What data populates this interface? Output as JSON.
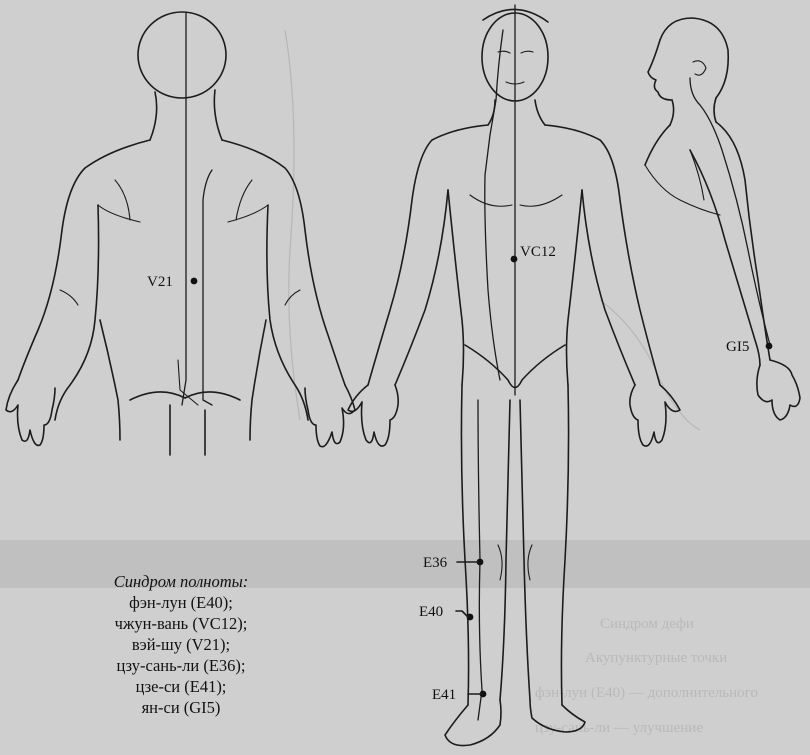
{
  "points": {
    "V21": "V21",
    "VC12": "VC12",
    "GI5": "GI5",
    "E36": "E36",
    "E40": "E40",
    "E41": "E41"
  },
  "legend": {
    "title": "Синдром полноты:",
    "items": [
      "фэн-лун (E40);",
      "чжун-вань (VC12);",
      "вэй-шу (V21);",
      "цзу-сань-ли (E36);",
      "цзе-си (E41);",
      "ян-си (GI5)"
    ]
  },
  "background_text": {
    "line1": "Синдром дефи",
    "line2": "Акупунктурные точки",
    "line3": "фэн-лун (E40) — дополнительного",
    "line4": "цзу-сань-ли — улучшение"
  }
}
